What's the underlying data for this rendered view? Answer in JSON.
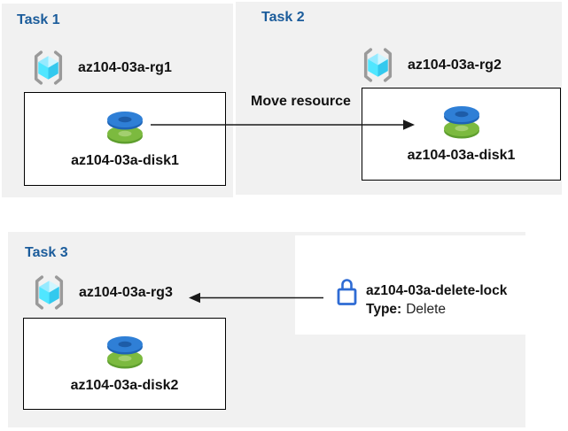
{
  "tasks": [
    {
      "title": "Task 1",
      "resource_group": "az104-03a-rg1",
      "resource": "az104-03a-disk1"
    },
    {
      "title": "Task 2",
      "resource_group": "az104-03a-rg2",
      "resource": "az104-03a-disk1"
    },
    {
      "title": "Task 3",
      "resource_group": "az104-03a-rg3",
      "resource": "az104-03a-disk2"
    }
  ],
  "move_arrow": {
    "label": "Move resource"
  },
  "lock": {
    "name": "az104-03a-delete-lock",
    "type_label": "Type:",
    "type_value": "Delete"
  },
  "icons": {
    "resource_group": "resource-group-brackets-cube-icon",
    "disk": "managed-disk-stack-icon",
    "lock": "delete-lock-icon"
  },
  "colors": {
    "panel_bg": "#f1f1f1",
    "task_title": "#1b5c9b",
    "box_border": "#000000",
    "arrow": "#1a1a1a",
    "lock_blue": "#2e6bd4",
    "disk_blue": "#2f7fd6",
    "disk_green": "#7cba3f",
    "cube_cyan": "#50e6ff",
    "bracket_gray": "#9a9a9a"
  }
}
